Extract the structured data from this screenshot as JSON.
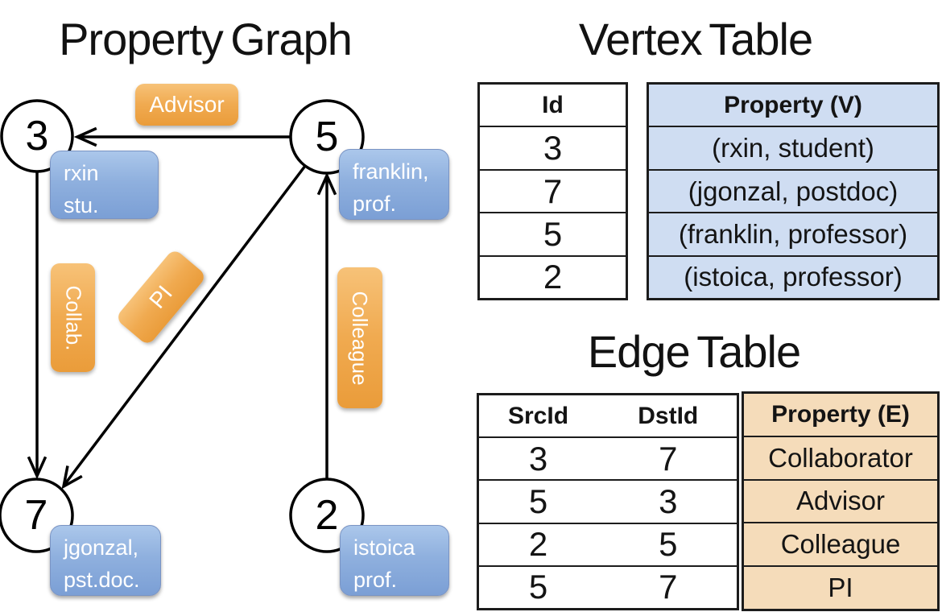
{
  "graph": {
    "title": "Property Graph",
    "nodes": [
      {
        "id": "3",
        "line1": "rxin",
        "line2": "stu."
      },
      {
        "id": "5",
        "line1": "franklin,",
        "line2": "prof."
      },
      {
        "id": "7",
        "line1": "jgonzal,",
        "line2": "pst.doc."
      },
      {
        "id": "2",
        "line1": "istoica",
        "line2": "prof."
      }
    ],
    "edge_labels": {
      "advisor": "Advisor",
      "collab": "Collab.",
      "pi": "PI",
      "colleague": "Colleague"
    }
  },
  "vertex_table": {
    "title": "Vertex Table",
    "id_header": "Id",
    "property_header": "Property (V)",
    "rows": [
      {
        "id": "3",
        "property": "(rxin, student)"
      },
      {
        "id": "7",
        "property": "(jgonzal, postdoc)"
      },
      {
        "id": "5",
        "property": "(franklin, professor)"
      },
      {
        "id": "2",
        "property": "(istoica, professor)"
      }
    ]
  },
  "edge_table": {
    "title": "Edge Table",
    "src_header": "SrcId",
    "dst_header": "DstId",
    "property_header": "Property (E)",
    "rows": [
      {
        "src": "3",
        "dst": "7",
        "property": "Collaborator"
      },
      {
        "src": "5",
        "dst": "3",
        "property": "Advisor"
      },
      {
        "src": "2",
        "dst": "5",
        "property": "Colleague"
      },
      {
        "src": "5",
        "dst": "7",
        "property": "PI"
      }
    ]
  },
  "colors": {
    "edge_label_orange": "#f0aa50",
    "node_label_blue": "#8fb0de",
    "vertex_property_fill": "#cfddf2",
    "edge_property_fill": "#f5dcba",
    "line_black": "#000000"
  }
}
